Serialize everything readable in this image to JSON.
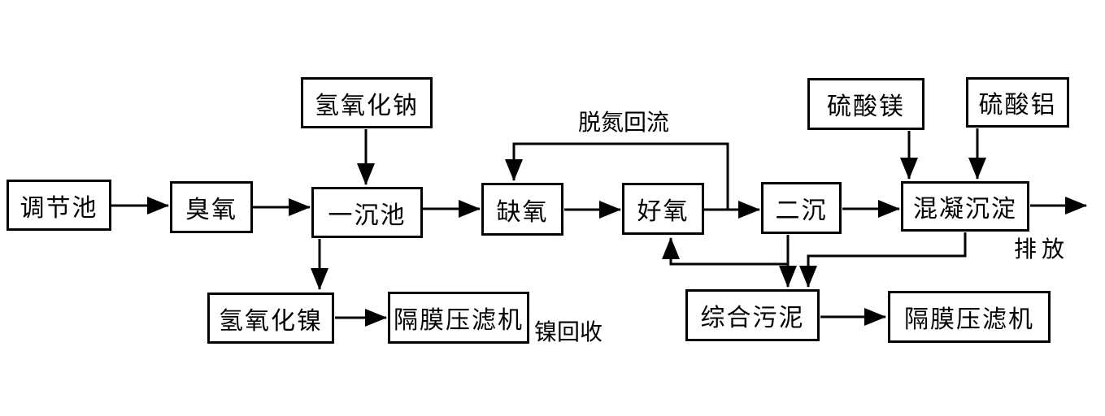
{
  "diagram": {
    "background_color": "#ffffff",
    "line_color": "#000000",
    "nodes": {
      "regulating_pool": {
        "label": "调节池"
      },
      "ozone": {
        "label": "臭氧"
      },
      "sodium_hydroxide": {
        "label": "氢氧化钠"
      },
      "primary_sedimentation": {
        "label": "一沉池"
      },
      "anoxic": {
        "label": "缺氧"
      },
      "aerobic": {
        "label": "好氧"
      },
      "secondary_sedimentation": {
        "label": "二沉"
      },
      "magnesium_sulfate": {
        "label": "硫酸镁"
      },
      "aluminum_sulfate": {
        "label": "硫酸铝"
      },
      "coagulation_sedimentation": {
        "label": "混凝沉淀"
      },
      "nickel_hydroxide": {
        "label": "氢氧化镍"
      },
      "filter_press_left": {
        "label": "隔膜压滤机"
      },
      "comprehensive_sludge": {
        "label": "综合污泥"
      },
      "filter_press_right": {
        "label": "隔膜压滤机"
      }
    },
    "annotations": {
      "denitrification_reflux": {
        "label": "脱氮回流"
      },
      "discharge": {
        "label": "排放"
      },
      "nickel_recovery": {
        "label": "镍回收"
      }
    }
  }
}
